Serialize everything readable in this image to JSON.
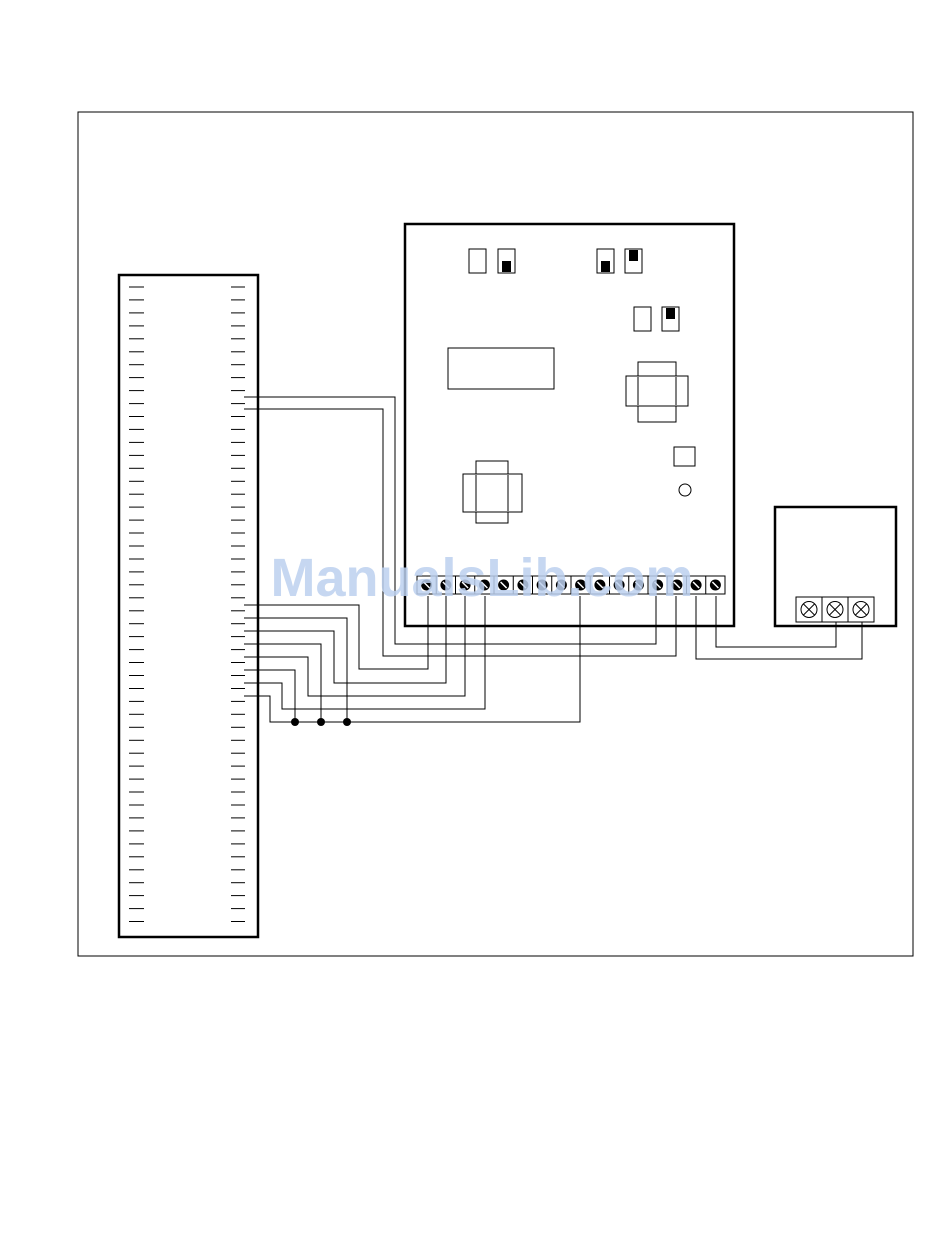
{
  "watermark": {
    "text": "ManualsLib.com",
    "color": "#bcd0ee"
  },
  "colors": {
    "line": "#000000",
    "background": "#ffffff"
  },
  "components": {
    "left_terminal_strip": {
      "pin_pairs": 50
    },
    "control_board": {
      "terminal_count": 16
    },
    "terminal_block": {
      "terminal_count": 3
    }
  }
}
